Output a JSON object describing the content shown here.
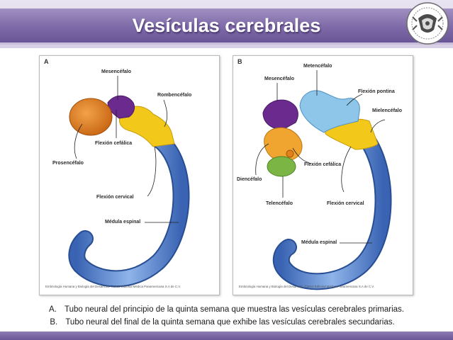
{
  "title": "Vesículas cerebrales",
  "panel_a": {
    "letter": "A",
    "labels": {
      "mesencefalo": "Mesencéfalo",
      "rombencefalo": "Rombencéfalo",
      "flexion_cefalica": "Flexión cefálica",
      "prosencefalo": "Prosencéfalo",
      "flexion_cervical": "Flexión cervical",
      "medula_espinal": "Médula espinal"
    },
    "credit": "Embriología Humana y Biología del Desarrollo. ©2013 Editorial Médica Panamericana S.A de C.V."
  },
  "panel_b": {
    "letter": "B",
    "labels": {
      "metencefalo": "Metencéfalo",
      "mesencefalo": "Mesencéfalo",
      "flexion_pontina": "Flexión pontina",
      "mielencefalo": "Mielencéfalo",
      "diencefalo": "Diencéfalo",
      "flexion_cefalica": "Flexión cefálica",
      "telencefalo": "Telencéfalo",
      "flexion_cervical": "Flexión cervical",
      "medula_espinal": "Médula espinal"
    },
    "credit": "Embriología Humana y Biología del Desarrollo. ©2013 Editorial Médica Panamericana S.A de C.V."
  },
  "captions": [
    {
      "letter": "A.",
      "text": "Tubo neural del principio de la quinta semana que muestra las vesículas cerebrales primarias."
    },
    {
      "letter": "B.",
      "text": "Tubo neural del final de la quinta semana que exhibe las vesículas cerebrales secundarias."
    }
  ],
  "colors": {
    "banner": "#7e6aa8",
    "prosencefalo": "#e07a1c",
    "mesencefalo": "#6a2a8e",
    "rombencefalo": "#f2c81a",
    "medula": "#4f7fc9",
    "metencefalo": "#8ec6ea",
    "diencefalo": "#f0a531",
    "telencefalo": "#7bb544"
  }
}
